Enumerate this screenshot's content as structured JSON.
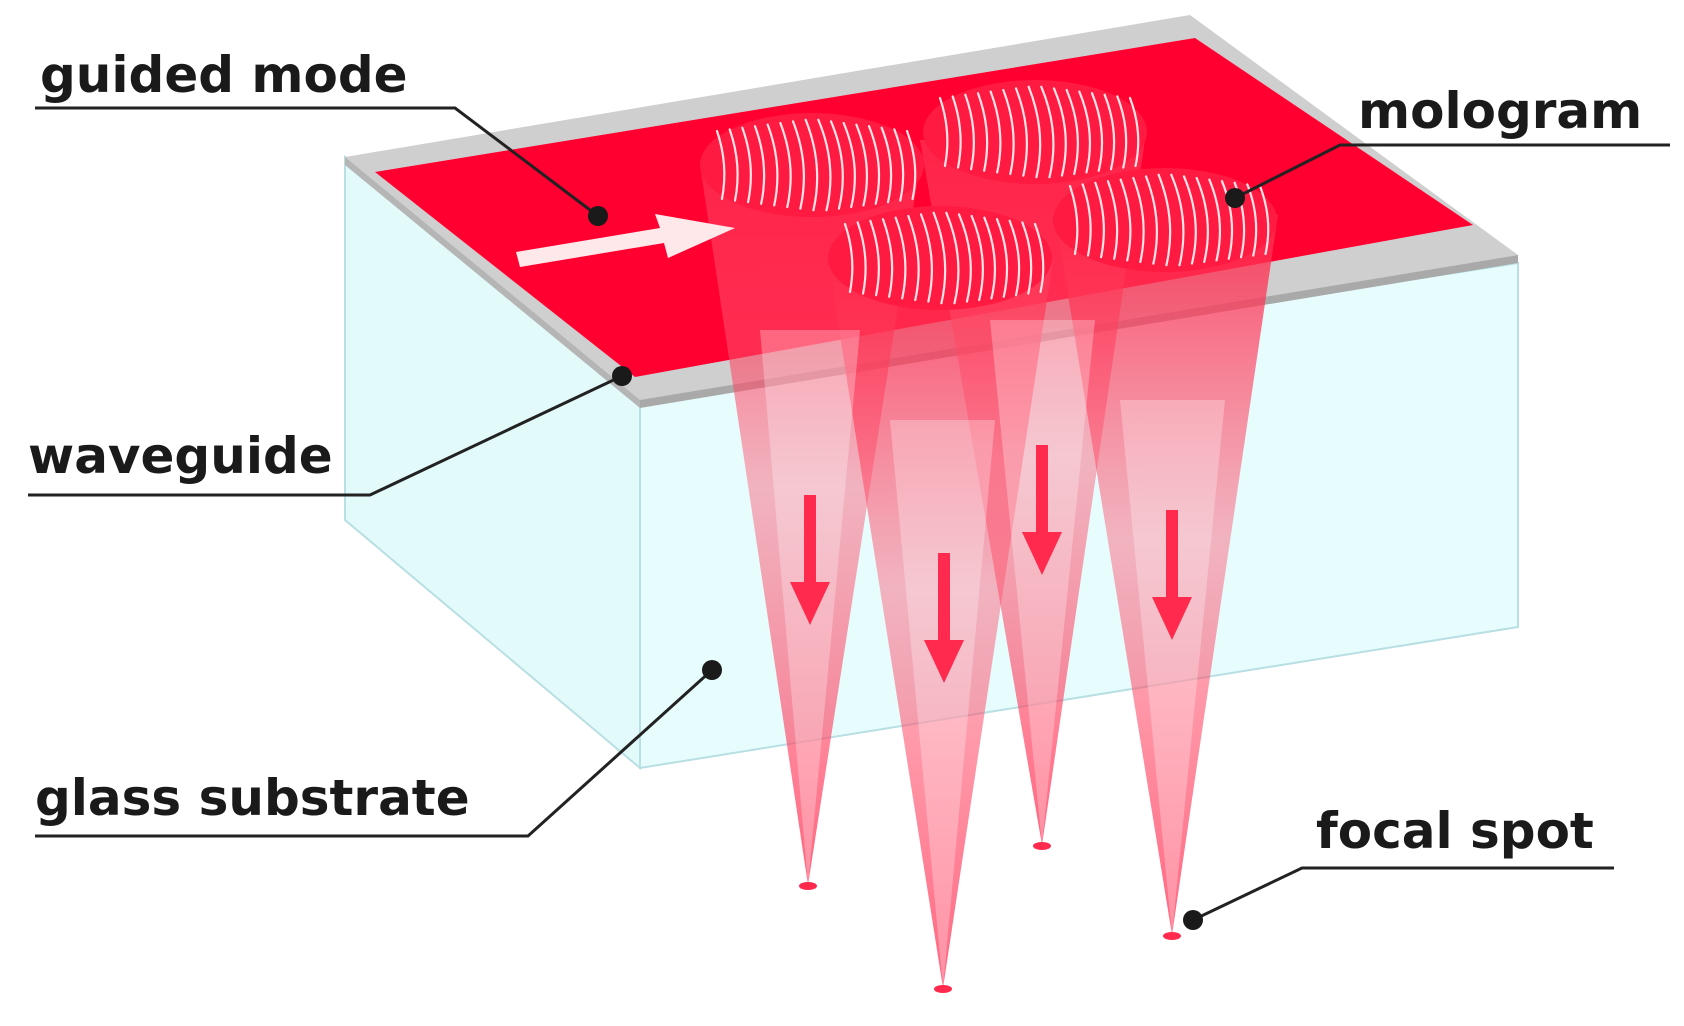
{
  "labels": {
    "guided_mode": "guided mode",
    "mologram": "mologram",
    "waveguide": "waveguide",
    "glass_substrate": "glass substrate",
    "focal_spot": "focal spot"
  },
  "colors": {
    "mode_red": "#ff0030",
    "beam_red": "#ff3355",
    "waveguide_gray": "#c8c8c8",
    "glass_cyan": "#e6fcfd",
    "glass_edge": "#b8dfe3",
    "arrow_white": "#ffe8ea",
    "label_text": "#1a1a1a"
  },
  "icons": {
    "propagation_arrow": "right-arrow-icon",
    "diffraction_arrows": "down-arrow-icon"
  }
}
